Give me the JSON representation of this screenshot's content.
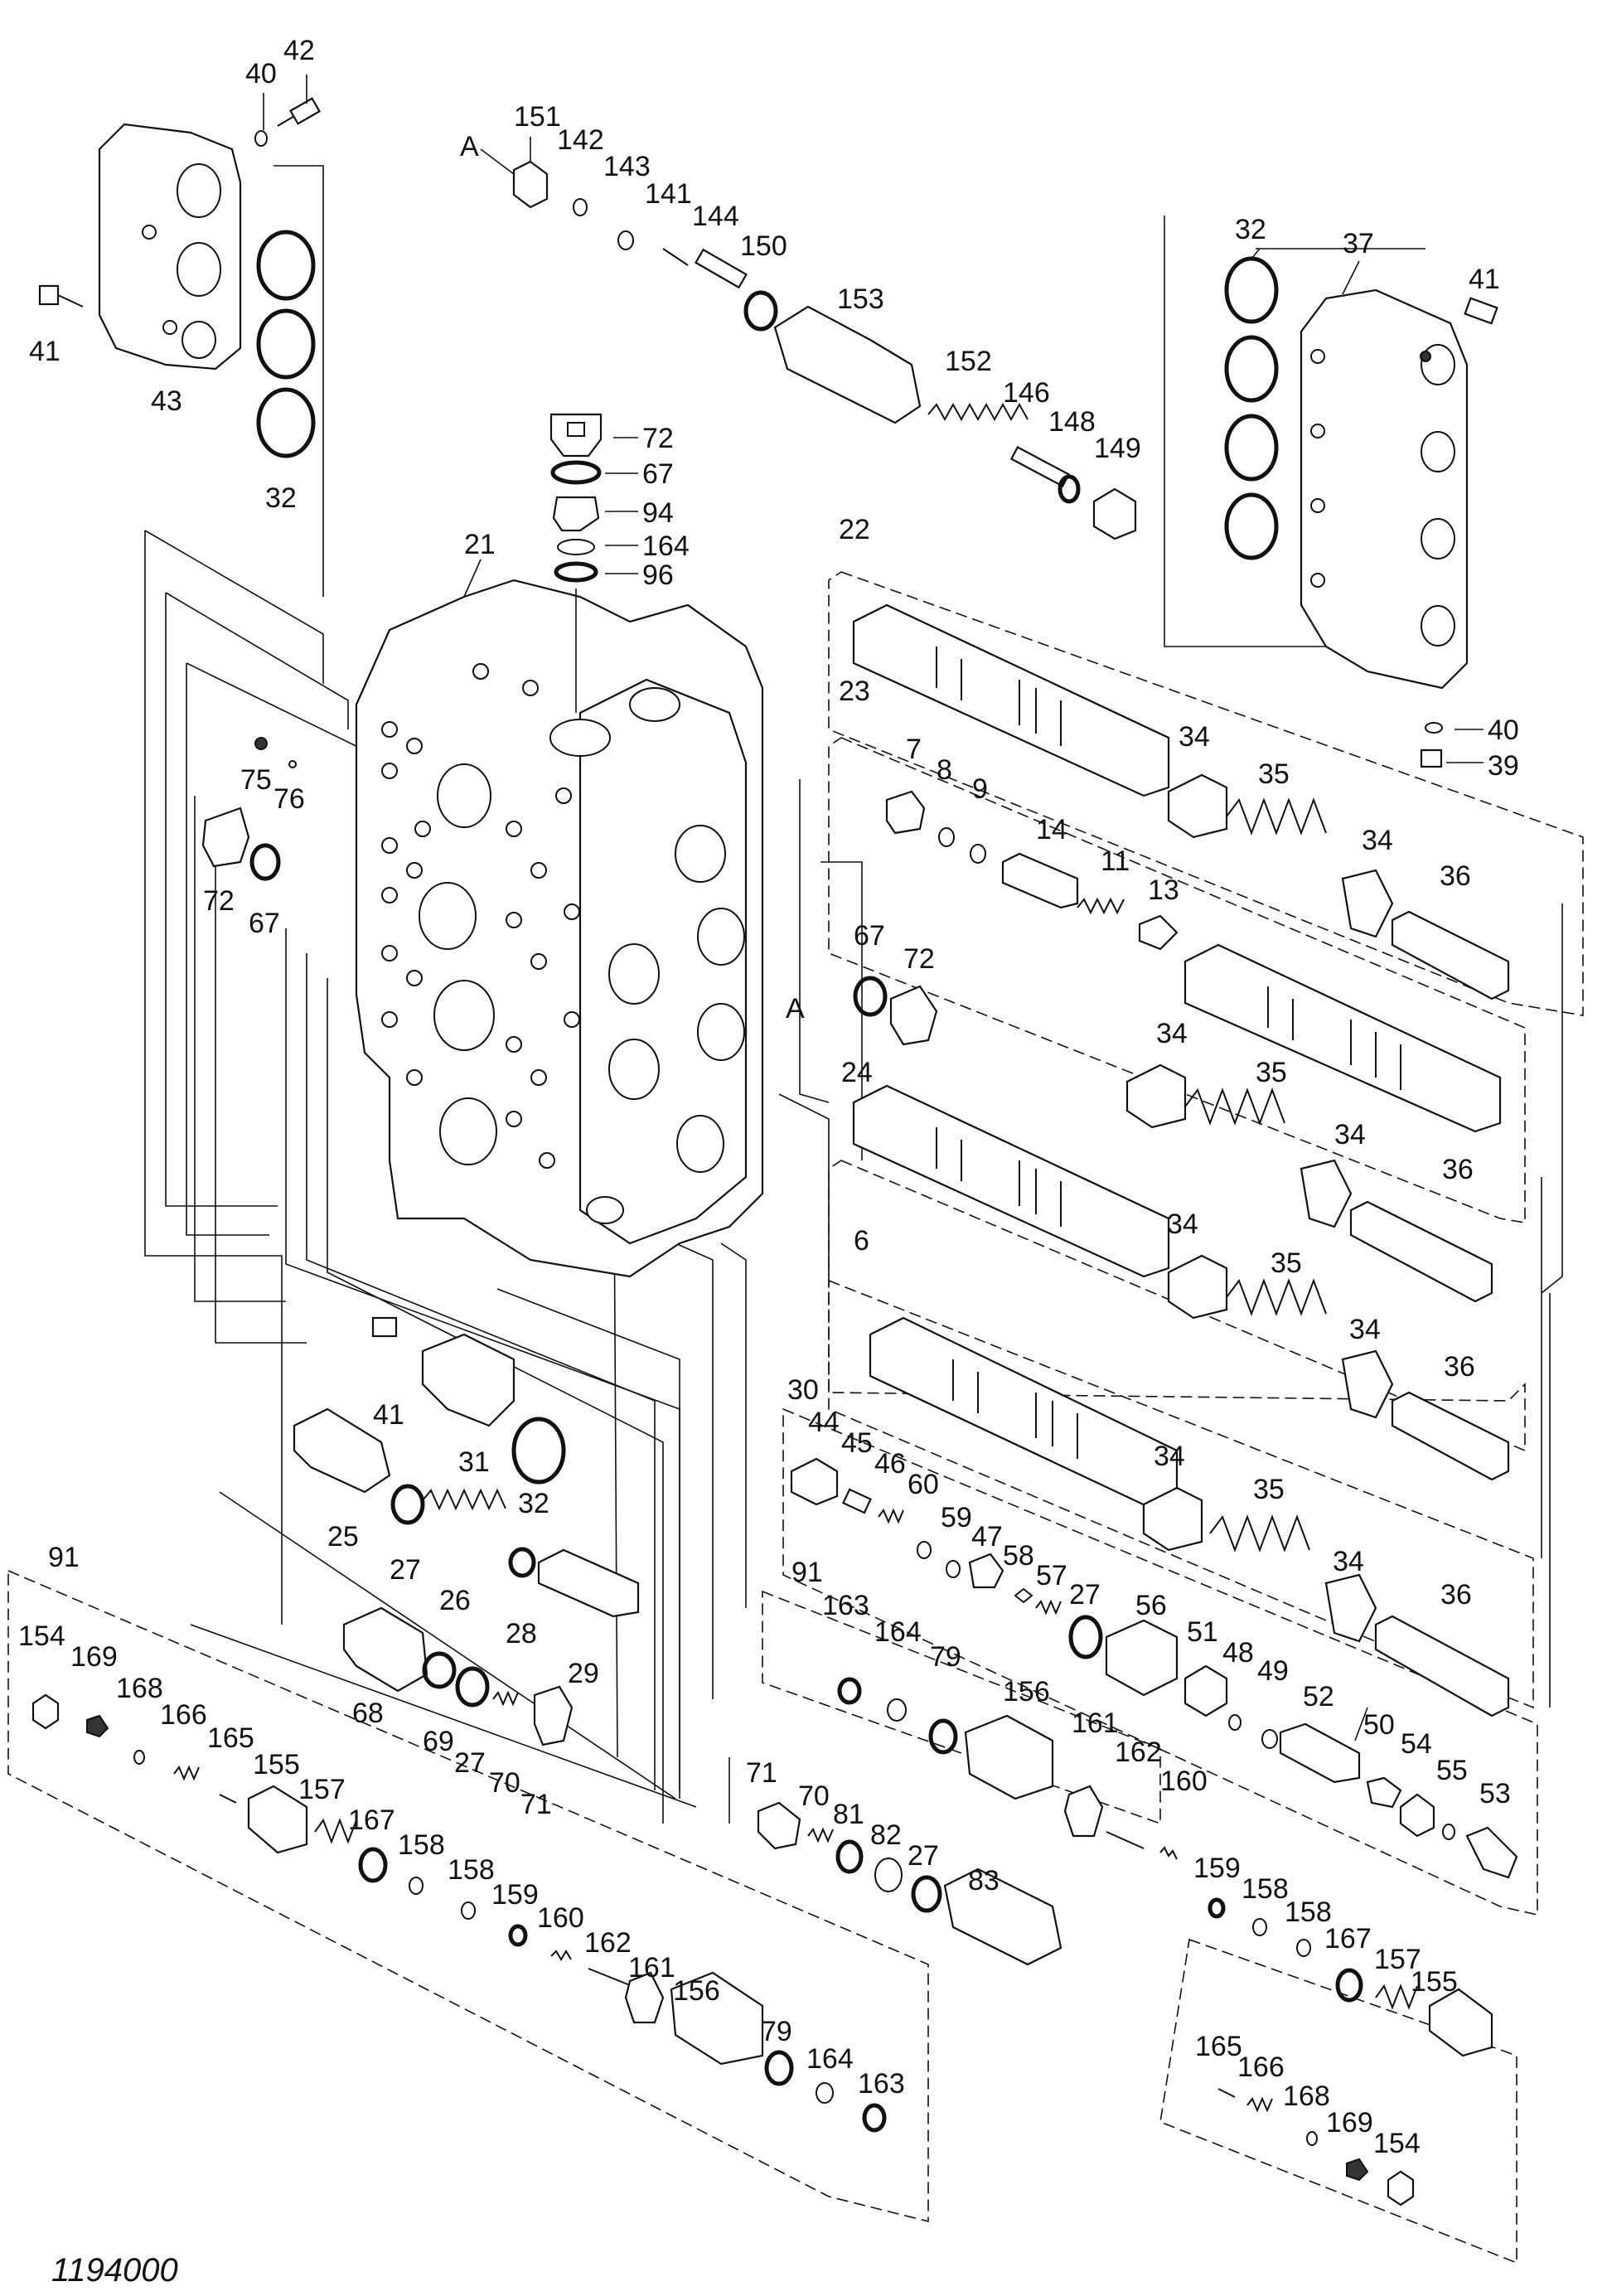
{
  "drawing_code": "1194000",
  "callouts": {
    "c42": "42",
    "c40a": "40",
    "c41a": "41",
    "c43": "43",
    "c32a": "32",
    "c151": "151",
    "cA1": "A",
    "c142": "142",
    "c143": "143",
    "c141": "141",
    "c144": "144",
    "c150": "150",
    "c153": "153",
    "c152": "152",
    "c146": "146",
    "c148": "148",
    "c149": "149",
    "c32b": "32",
    "c37": "37",
    "c41b": "41",
    "c40b": "40",
    "c39": "39",
    "c72a": "72",
    "c67a": "67",
    "c94": "94",
    "c164a": "164",
    "c96": "96",
    "c21": "21",
    "c22": "22",
    "c23": "23",
    "c75": "75",
    "c76": "76",
    "c72b": "72",
    "c67b": "67",
    "c7": "7",
    "c8": "8",
    "c9": "9",
    "c14": "14",
    "c11": "11",
    "c13": "13",
    "c34a": "34",
    "c35a": "35",
    "c34b": "34",
    "c36a": "36",
    "c67c": "67",
    "c72c": "72",
    "cA2": "A",
    "c24": "24",
    "c34c": "34",
    "c35b": "35",
    "c34d": "34",
    "c36b": "36",
    "c6": "6",
    "c34e": "34",
    "c35c": "35",
    "c34f": "34",
    "c36c": "36",
    "c34g": "34",
    "c35d": "35",
    "c34h": "34",
    "c36d": "36",
    "c30": "30",
    "c44": "44",
    "c45": "45",
    "c46": "46",
    "c60": "60",
    "c59": "59",
    "c47": "47",
    "c58": "58",
    "c57": "57",
    "c27a": "27",
    "c41c": "41",
    "c31": "31",
    "c32c": "32",
    "c25": "25",
    "c27b": "27",
    "c26": "26",
    "c28": "28",
    "c29": "29",
    "c68": "68",
    "c69": "69",
    "c27c": "27",
    "c70a": "70",
    "c71a": "71",
    "c91a": "91",
    "c154a": "154",
    "c169a": "169",
    "c168a": "168",
    "c166a": "166",
    "c165a": "165",
    "c155a": "155",
    "c157a": "157",
    "c167a": "167",
    "c158a": "158",
    "c158b": "158",
    "c159a": "159",
    "c160a": "160",
    "c162a": "162",
    "c161a": "161",
    "c156a": "156",
    "c79a": "79",
    "c164b": "164",
    "c163a": "163",
    "c91b": "91",
    "c163b": "163",
    "c164c": "164",
    "c79b": "79",
    "c156b": "156",
    "c161b": "161",
    "c162b": "162",
    "c160b": "160",
    "c56": "56",
    "c51": "51",
    "c48": "48",
    "c49": "49",
    "c52": "52",
    "c50": "50",
    "c54": "54",
    "c55": "55",
    "c53": "53",
    "c71b": "71",
    "c70b": "70",
    "c81": "81",
    "c82": "82",
    "c27d": "27",
    "c83": "83",
    "c159b": "159",
    "c158c": "158",
    "c158d": "158",
    "c167b": "167",
    "c157b": "157",
    "c155b": "155",
    "c165b": "165",
    "c166b": "166",
    "c168b": "168",
    "c169b": "169",
    "c154b": "154"
  }
}
